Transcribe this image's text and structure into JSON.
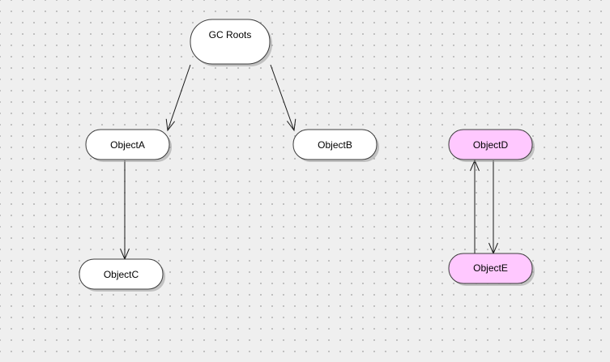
{
  "colors": {
    "background": "#efefef",
    "grid_dot": "#b4b4b4",
    "reachable_fill": "#ffffff",
    "unreachable_fill": "#ffc8ff",
    "stroke": "#3c3c3c",
    "edge": "#1a1a1a"
  },
  "nodes": {
    "gc_roots": {
      "label": "GC Roots",
      "status": "reachable"
    },
    "object_a": {
      "label": "ObjectA",
      "status": "reachable"
    },
    "object_b": {
      "label": "ObjectB",
      "status": "reachable"
    },
    "object_c": {
      "label": "ObjectC",
      "status": "reachable"
    },
    "object_d": {
      "label": "ObjectD",
      "status": "unreachable"
    },
    "object_e": {
      "label": "ObjectE",
      "status": "unreachable"
    }
  },
  "edges": [
    {
      "from": "GC Roots",
      "to": "ObjectA"
    },
    {
      "from": "GC Roots",
      "to": "ObjectB"
    },
    {
      "from": "ObjectA",
      "to": "ObjectC"
    },
    {
      "from": "ObjectD",
      "to": "ObjectE"
    },
    {
      "from": "ObjectE",
      "to": "ObjectD"
    }
  ]
}
